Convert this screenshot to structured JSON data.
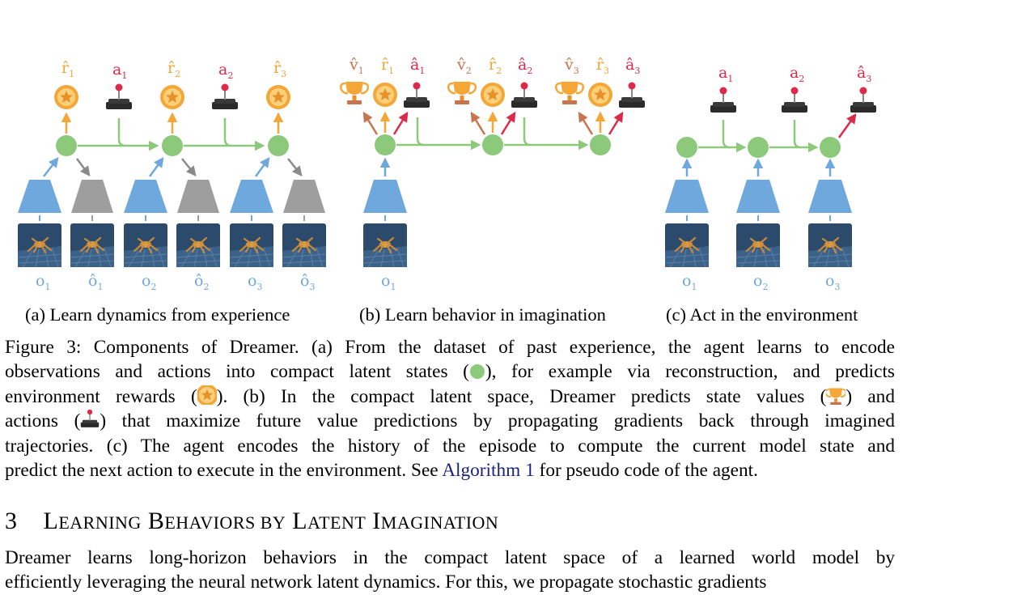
{
  "subcaptions": {
    "a": "(a) Learn dynamics from experience",
    "b": "(b) Learn behavior in imagination",
    "c": "(c) Act in the environment"
  },
  "labels": {
    "r1": "r̂",
    "r2": "r̂",
    "r3": "r̂",
    "a": "a",
    "ahat": "â",
    "v": "v̂",
    "o": "o",
    "ohat": "ô",
    "sub1": "1",
    "sub2": "2",
    "sub3": "3"
  },
  "caption": {
    "line1": "Figure 3: Components of Dreamer. (a) From the dataset of past experience, the agent learns to encode",
    "line2a": "observations and actions into compact latent states (",
    "line2b": "), for example via reconstruction, and predicts",
    "line3a": "environment rewards (",
    "line3b": ").  (b) In the compact latent space, Dreamer predicts state values (",
    "line3c": ") and",
    "line4a": "actions (",
    "line4b": ") that maximize future value predictions by propagating gradients back through imagined",
    "line5": "trajectories. (c) The agent encodes the history of the episode to compute the current model state and",
    "line6a": "predict the next action to execute in the environment. See ",
    "line6link": "Algorithm 1",
    "line6b": " for pseudo code of the agent."
  },
  "section": {
    "number": "3",
    "title_L": "L",
    "title_earning": "EARNING",
    "title_B": "B",
    "title_ehaviors": "EHAVIORS BY",
    "title_La": "L",
    "title_atent": "ATENT",
    "title_I": "I",
    "title_magination": "MAGINATION"
  },
  "body": {
    "line1": "Dreamer learns long-horizon behaviors in the compact latent space of a learned world model by",
    "line2": "efficiently leveraging the neural network latent dynamics. For this, we propagate stochastic gradients"
  },
  "colors": {
    "state": "#8cc97a",
    "encoder": "#6fa8dc",
    "decoder": "#9e9e9e",
    "reward": "#f4a637",
    "action_arrow": "#dc2a4b",
    "value_arrow": "#c8744f",
    "obs_label": "#6fa8dc",
    "link": "#1a237e"
  }
}
